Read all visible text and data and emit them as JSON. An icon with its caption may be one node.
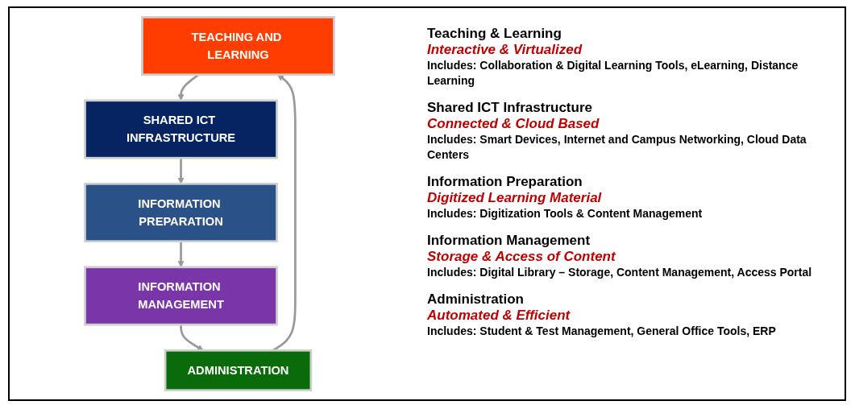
{
  "diagram": {
    "nodes": [
      {
        "text": [
          "TEACHING AND LEARNING"
        ]
      },
      {
        "text": [
          "SHARED ICT INFRASTRUCTURE"
        ]
      },
      {
        "text": [
          "INFORMATION PREPARATION"
        ]
      },
      {
        "text": [
          "INFORMATION MANAGEMENT"
        ]
      },
      {
        "text": [
          "ADMINISTRATION"
        ]
      }
    ],
    "edges": [
      {
        "from": 0,
        "to": 1,
        "arrow": "to"
      },
      {
        "from": 1,
        "to": 2,
        "arrow": "to"
      },
      {
        "from": 2,
        "to": 3,
        "arrow": "to"
      },
      {
        "from": 3,
        "to": 4,
        "arrow": "to"
      },
      {
        "from": 4,
        "to": 0,
        "arrow": "to"
      }
    ],
    "labels": [
      "Teaching & Learning",
      "Interactive & Virtualized",
      "Includes: Collaboration & Digital Learning Tools, eLearning, Distance Learning",
      "Shared ICT Infrastructure",
      "Connected & Cloud Based",
      "Includes: Smart Devices, Internet and Campus Networking, Cloud Data Centers",
      "Information Preparation",
      "Digitized Learning Material",
      "Includes: Digitization Tools & Content Management",
      "Information Management",
      "Storage & Access of Content",
      "Includes: Digital Library – Storage, Content Management, Access Portal",
      "Administration",
      "Automated & Efficient",
      "Includes: Student & Test Management, General Office Tools, ERP"
    ]
  }
}
